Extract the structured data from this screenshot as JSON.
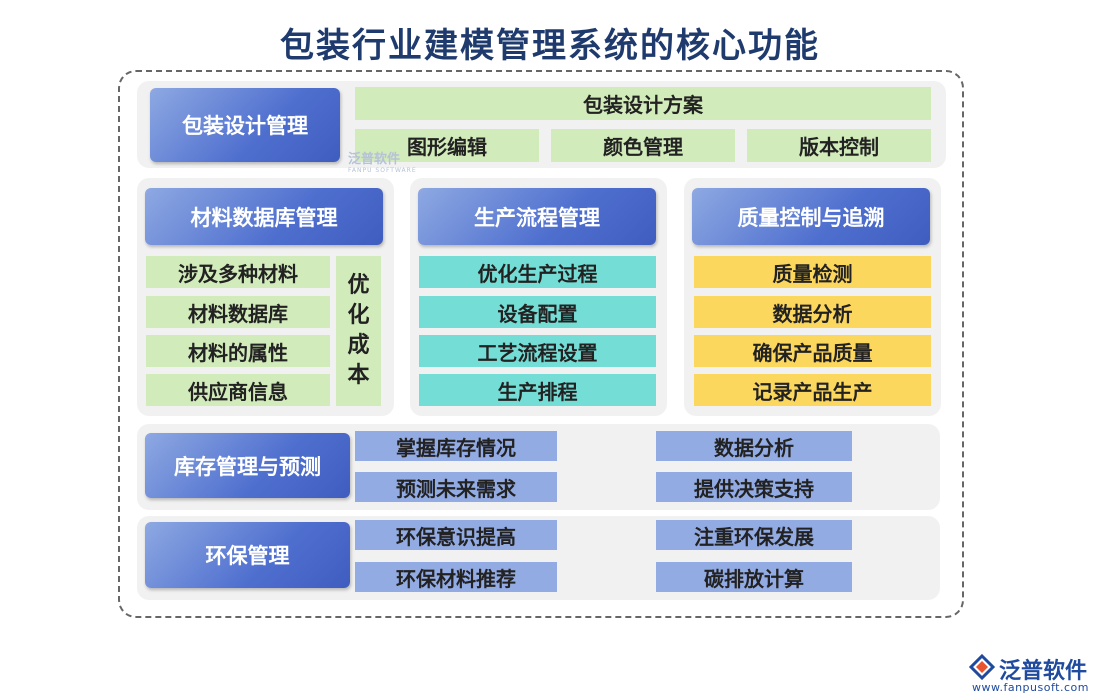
{
  "title": "包装行业建模管理系统的核心功能",
  "watermark": {
    "name": "泛普软件",
    "sub": "FANPU SOFTWARE"
  },
  "logo": {
    "name": "泛普软件",
    "url": "www.fanpusoft.com"
  },
  "packaging": {
    "label": "包装设计管理",
    "top_item": "包装设计方案",
    "items": [
      "图形编辑",
      "颜色管理",
      "版本控制"
    ]
  },
  "materials": {
    "label": "材料数据库管理",
    "items": [
      "涉及多种材料",
      "材料数据库",
      "材料的属性",
      "供应商信息"
    ],
    "side": [
      "优",
      "化",
      "成",
      "本"
    ]
  },
  "production": {
    "label": "生产流程管理",
    "items": [
      "优化生产过程",
      "设备配置",
      "工艺流程设置",
      "生产排程"
    ]
  },
  "quality": {
    "label": "质量控制与追溯",
    "items": [
      "质量检测",
      "数据分析",
      "确保产品质量",
      "记录产品生产"
    ]
  },
  "inventory": {
    "label": "库存管理与预测",
    "left": [
      "掌握库存情况",
      "预测未来需求"
    ],
    "right": [
      "数据分析",
      "提供决策支持"
    ]
  },
  "environment": {
    "label": "环保管理",
    "left": [
      "环保意识提高",
      "环保材料推荐"
    ],
    "right": [
      "注重环保发展",
      "碳排放计算"
    ]
  },
  "colors": {
    "navy": "#4f6fcf",
    "green": "#d2ebbb",
    "teal": "#74ddd5",
    "yellow": "#fcd75e",
    "blue": "#93abe3"
  }
}
